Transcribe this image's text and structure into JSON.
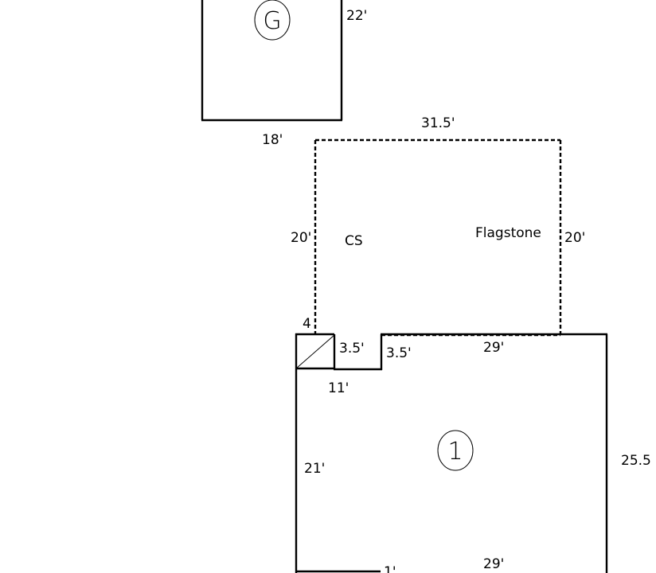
{
  "garage": {
    "symbol": "G",
    "side_dim": "22'",
    "bottom_dim": "18'"
  },
  "patio": {
    "top_dim": "31.5'",
    "left_dim": "20'",
    "right_dim": "20'",
    "left_label": "CS",
    "right_label": "Flagstone"
  },
  "house": {
    "symbol": "1",
    "corner_dim": "4",
    "notch_left_dim": "3.5'",
    "notch_right_dim": "3.5'",
    "notch_bottom_dim": "11'",
    "top_dim": "29'",
    "left_dim": "21'",
    "right_dim": "25.5",
    "bottom_dim": "29'",
    "bottom_left_dim": "1'"
  }
}
